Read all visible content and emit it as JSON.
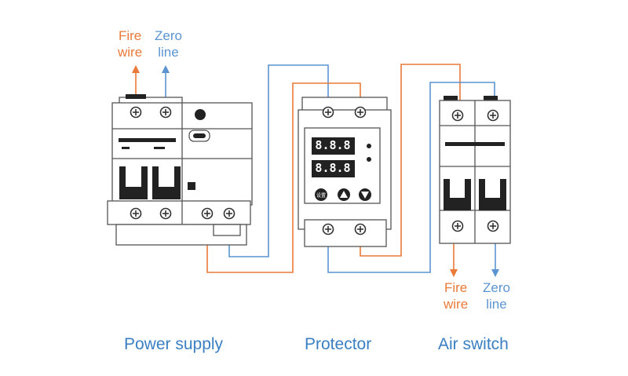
{
  "colors": {
    "fire": "#e97a3a",
    "zero": "#5b94d0",
    "device_stroke": "#555555",
    "device_fill": "#ffffff",
    "dark": "#222222",
    "caption": "#3a7fc2"
  },
  "input_labels": {
    "fire": {
      "line1": "Fire",
      "line2": "wire"
    },
    "zero": {
      "line1": "Zero",
      "line2": "line"
    }
  },
  "output_labels": {
    "fire": {
      "line1": "Fire",
      "line2": "wire"
    },
    "zero": {
      "line1": "Zero",
      "line2": "line"
    }
  },
  "protector": {
    "display_top": "8.8.8",
    "display_bottom": "8.8.8",
    "set_button": "设置"
  },
  "captions": {
    "power_supply": "Power supply",
    "protector": "Protector",
    "air_switch": "Air switch"
  }
}
